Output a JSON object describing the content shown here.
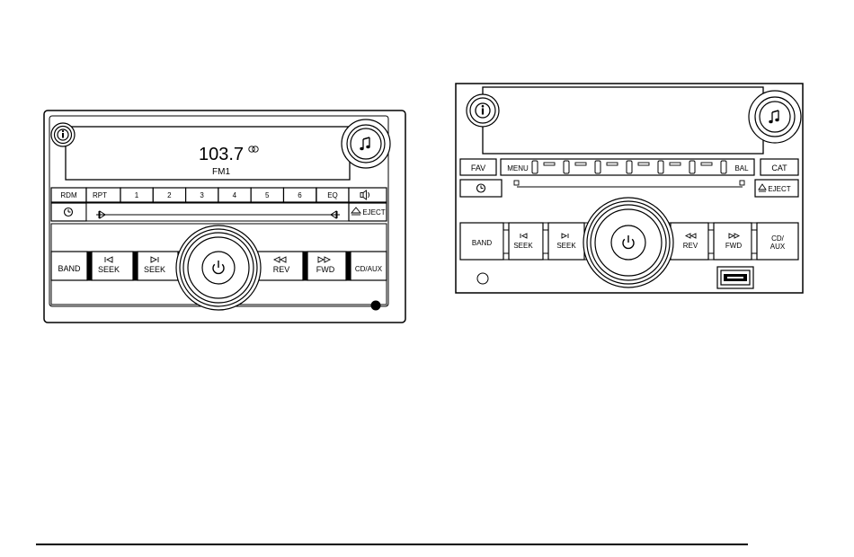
{
  "radio_a": {
    "frequency": "103.7",
    "band_display": "FM1",
    "buttons": {
      "rdm": "RDM",
      "rpt": "RPT",
      "presets": [
        "1",
        "2",
        "3",
        "4",
        "5",
        "6"
      ],
      "eq": "EQ",
      "eject": "EJECT",
      "band": "BAND",
      "seek": "SEEK",
      "rev": "REV",
      "fwd": "FWD",
      "cd_aux": "CD/AUX"
    }
  },
  "radio_b": {
    "buttons": {
      "fav": "FAV",
      "menu": "MENU",
      "bal": "BAL",
      "cat": "CAT",
      "eject": "EJECT",
      "band": "BAND",
      "seek": "SEEK",
      "rev": "REV",
      "fwd": "FWD",
      "cd_line1": "CD/",
      "cd_line2": "AUX"
    }
  },
  "icons": [
    "info-icon",
    "music-note-icon",
    "power-icon",
    "clock-icon",
    "speaker-icon",
    "eject-icon",
    "usb-port-icon"
  ]
}
